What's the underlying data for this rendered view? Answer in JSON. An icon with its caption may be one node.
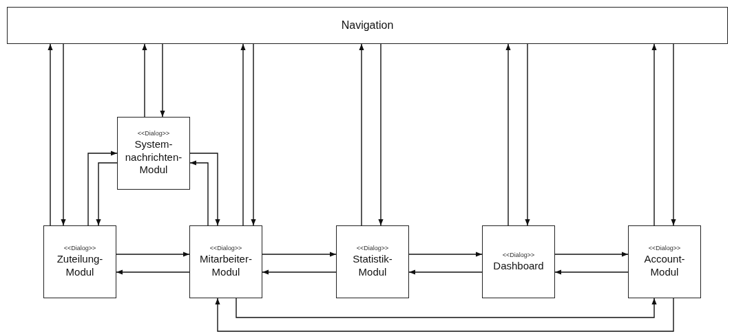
{
  "diagram": {
    "nodes": [
      {
        "text": [
          "Navigation"
        ]
      },
      {
        "text": [
          "<<Dialog>>",
          "System- nachrichten- Modul"
        ]
      },
      {
        "text": [
          "<<Dialog>>",
          "Zuteilung- Modul"
        ]
      },
      {
        "text": [
          "<<Dialog>>",
          "Mitarbeiter- Modul"
        ]
      },
      {
        "text": [
          "<<Dialog>>",
          "Statistik- Modul"
        ]
      },
      {
        "text": [
          "<<Dialog>>",
          "Dashboard"
        ]
      },
      {
        "text": [
          "<<Dialog>>",
          "Account- Modul"
        ]
      }
    ],
    "edges": [
      {
        "from": 2,
        "to": 0,
        "arrow": "to"
      },
      {
        "from": 0,
        "to": 2,
        "arrow": "to"
      },
      {
        "from": 1,
        "to": 0,
        "arrow": "to"
      },
      {
        "from": 0,
        "to": 1,
        "arrow": "to"
      },
      {
        "from": 3,
        "to": 0,
        "arrow": "to"
      },
      {
        "from": 0,
        "to": 3,
        "arrow": "to"
      },
      {
        "from": 4,
        "to": 0,
        "arrow": "to"
      },
      {
        "from": 0,
        "to": 4,
        "arrow": "to"
      },
      {
        "from": 5,
        "to": 0,
        "arrow": "to"
      },
      {
        "from": 0,
        "to": 5,
        "arrow": "to"
      },
      {
        "from": 6,
        "to": 0,
        "arrow": "to"
      },
      {
        "from": 0,
        "to": 6,
        "arrow": "to"
      },
      {
        "from": 2,
        "to": 1,
        "arrow": "to"
      },
      {
        "from": 1,
        "to": 2,
        "arrow": "to"
      },
      {
        "from": 1,
        "to": 3,
        "arrow": "to"
      },
      {
        "from": 3,
        "to": 1,
        "arrow": "to"
      },
      {
        "from": 2,
        "to": 3,
        "arrow": "to"
      },
      {
        "from": 3,
        "to": 2,
        "arrow": "to"
      },
      {
        "from": 3,
        "to": 4,
        "arrow": "to"
      },
      {
        "from": 4,
        "to": 3,
        "arrow": "to"
      },
      {
        "from": 4,
        "to": 5,
        "arrow": "to"
      },
      {
        "from": 5,
        "to": 4,
        "arrow": "to"
      },
      {
        "from": 5,
        "to": 6,
        "arrow": "to"
      },
      {
        "from": 6,
        "to": 5,
        "arrow": "to"
      },
      {
        "from": 3,
        "to": 6,
        "arrow": "to"
      },
      {
        "from": 6,
        "to": 3,
        "arrow": "to"
      }
    ]
  }
}
